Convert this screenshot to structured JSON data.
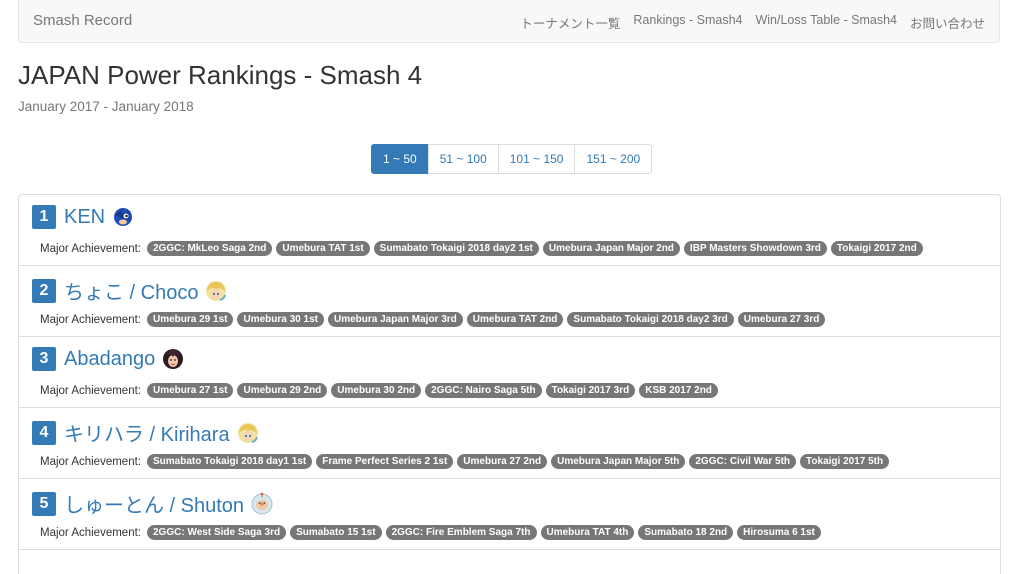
{
  "navbar": {
    "brand": "Smash Record",
    "links": [
      "トーナメント一覧",
      "Rankings - Smash4",
      "Win/Loss Table - Smash4",
      "お問い合わせ"
    ]
  },
  "page": {
    "title": "JAPAN Power Rankings - Smash 4",
    "subtitle": "January 2017 - January 2018"
  },
  "pagination": {
    "pages": [
      "1 ~ 50",
      "51 ~ 100",
      "101 ~ 150",
      "151 ~ 200"
    ],
    "active": "1 ~ 50"
  },
  "achievement_label": "Major Achievement:",
  "players": [
    {
      "rank": "1",
      "name": "KEN",
      "character_icon": "sonic-icon",
      "achievements": [
        "2GGC: MkLeo Saga 2nd",
        "Umebura TAT 1st",
        "Sumabato Tokaigi 2018 day2 1st",
        "Umebura Japan Major 2nd",
        "IBP Masters Showdown 3rd",
        "Tokaigi 2017 2nd"
      ]
    },
    {
      "rank": "2",
      "name": "ちょこ / Choco",
      "character_icon": "rosalina-icon",
      "achievements": [
        "Umebura 29 1st",
        "Umebura 30 1st",
        "Umebura Japan Major 3rd",
        "Umebura TAT 2nd",
        "Sumabato Tokaigi 2018 day2 3rd",
        "Umebura 27 3rd"
      ]
    },
    {
      "rank": "3",
      "name": "Abadango",
      "character_icon": "bayonetta-icon",
      "achievements": [
        "Umebura 27 1st",
        "Umebura 29 2nd",
        "Umebura 30 2nd",
        "2GGC: Nairo Saga 5th",
        "Tokaigi 2017 3rd",
        "KSB 2017 2nd"
      ]
    },
    {
      "rank": "4",
      "name": "キリハラ / Kirihara",
      "character_icon": "rosalina-icon",
      "achievements": [
        "Sumabato Tokaigi 2018 day1 1st",
        "Frame Perfect Series 2 1st",
        "Umebura 27 2nd",
        "Umebura Japan Major 5th",
        "2GGC: Civil War 5th",
        "Tokaigi 2017 5th"
      ]
    },
    {
      "rank": "5",
      "name": "しゅーとん / Shuton",
      "character_icon": "olimar-icon",
      "achievements": [
        "2GGC: West Side Saga 3rd",
        "Sumabato 15 1st",
        "2GGC: Fire Emblem Saga 7th",
        "Umebura TAT 4th",
        "Sumabato 18 2nd",
        "Hirosuma 6 1st"
      ]
    }
  ]
}
